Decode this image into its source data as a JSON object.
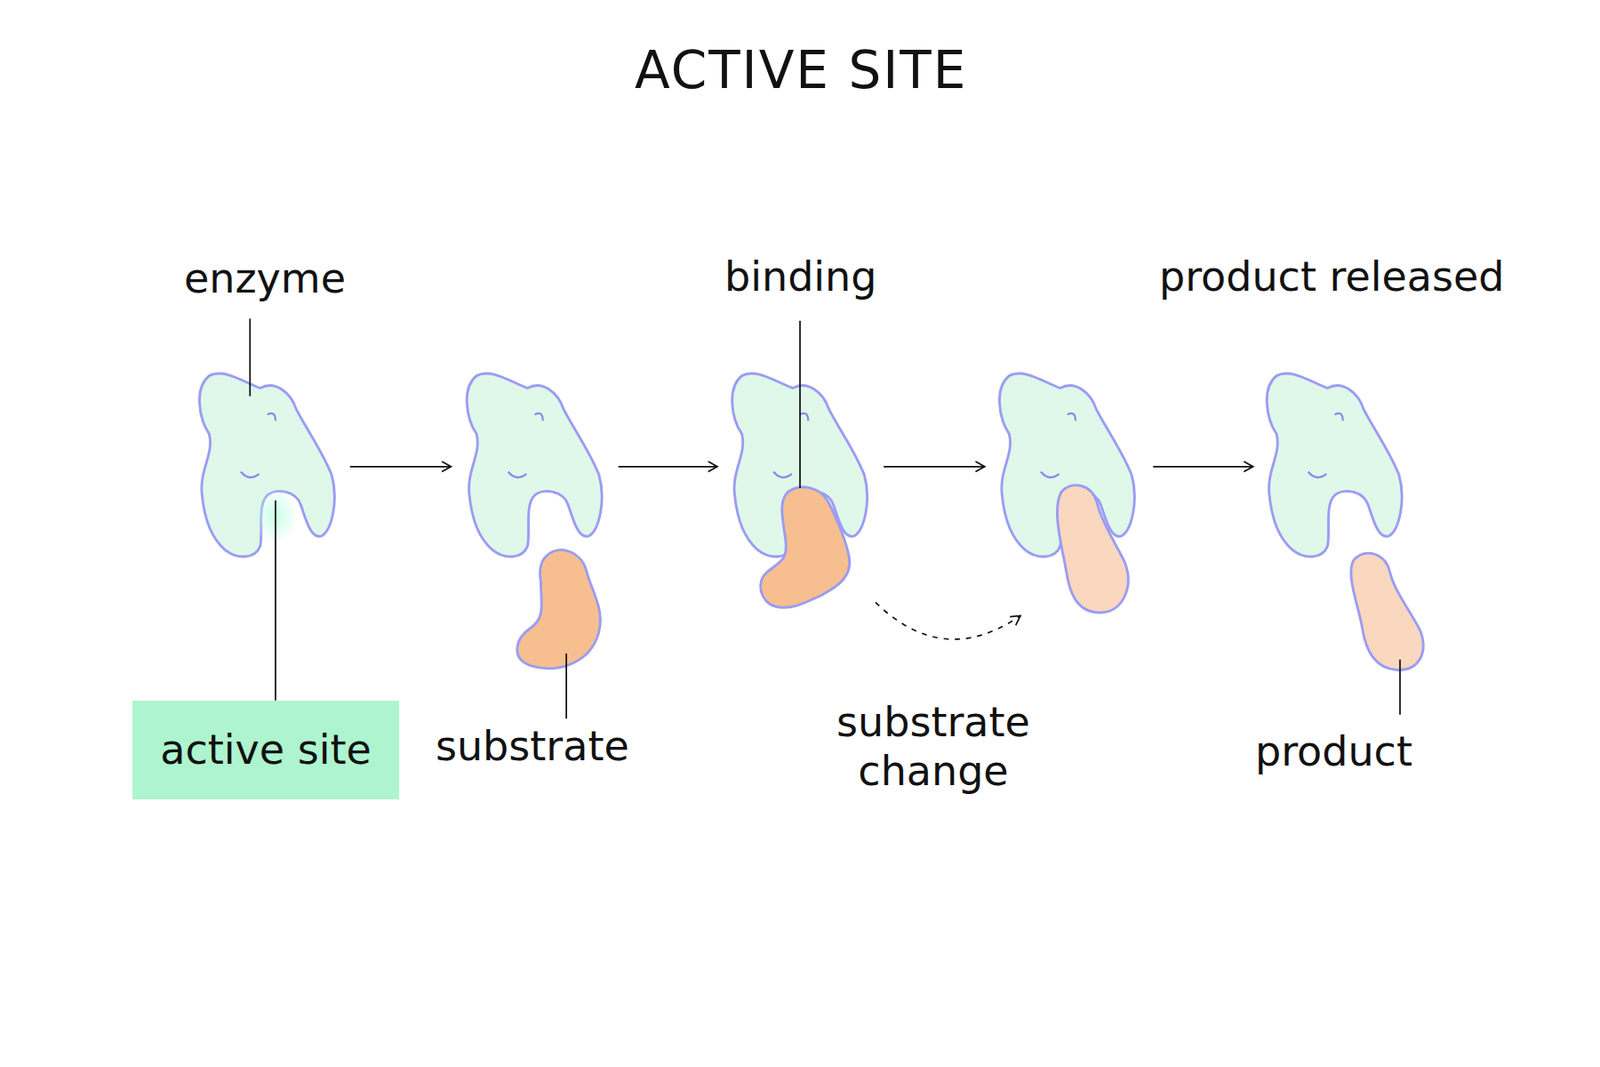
{
  "diagram": {
    "title": "ACTIVE SITE",
    "nodes": [
      {
        "text": [
          "active site"
        ]
      }
    ],
    "labels": [
      "enzyme",
      "binding",
      "product released",
      "substrate",
      "substrate change",
      "product"
    ]
  }
}
